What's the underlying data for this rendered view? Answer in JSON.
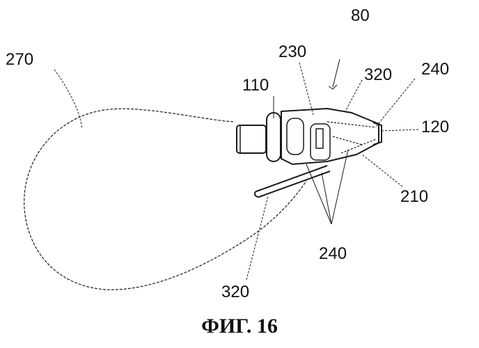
{
  "figure": {
    "caption": "ФИГ. 16",
    "labels": {
      "ref_80": "80",
      "ref_270": "270",
      "ref_230": "230",
      "ref_320_top": "320",
      "ref_240_top": "240",
      "ref_110": "110",
      "ref_120": "120",
      "ref_210": "210",
      "ref_240_bottom": "240",
      "ref_320_bottom": "320"
    }
  }
}
